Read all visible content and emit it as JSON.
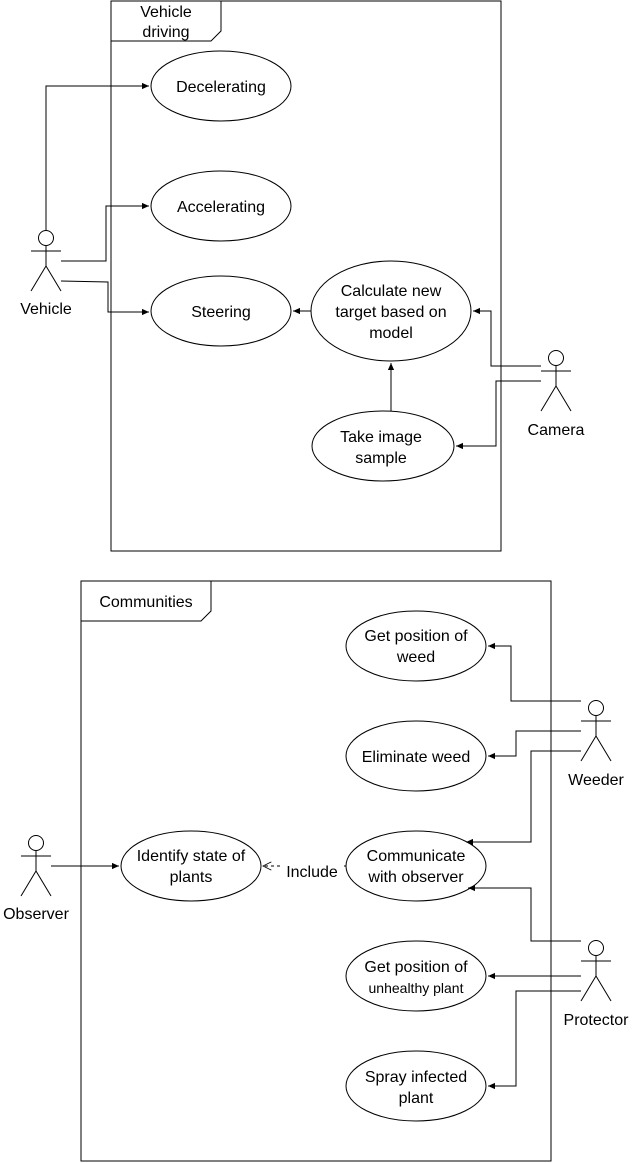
{
  "packages": {
    "vehicle_driving": {
      "title_line1": "Vehicle",
      "title_line2": "driving"
    },
    "communities": {
      "title": "Communities"
    }
  },
  "actors": {
    "vehicle": "Vehicle",
    "camera": "Camera",
    "weeder": "Weeder",
    "observer": "Observer",
    "protector": "Protector"
  },
  "use_cases": {
    "decelerating": "Decelerating",
    "accelerating": "Accelerating",
    "steering": "Steering",
    "calculate_target": [
      "Calculate new",
      "target based on",
      "model"
    ],
    "take_image": [
      "Take image",
      "sample"
    ],
    "get_position_weed": [
      "Get position of",
      "weed"
    ],
    "eliminate_weed": "Eliminate weed",
    "identify_state": [
      "Identify state of",
      "plants"
    ],
    "communicate_observer": [
      "Communicate",
      "with observer"
    ],
    "get_position_unhealthy": [
      "Get position of",
      "unhealthy plant"
    ],
    "spray_infected": [
      "Spray infected",
      "plant"
    ]
  },
  "relations": {
    "include_label": "Include"
  }
}
